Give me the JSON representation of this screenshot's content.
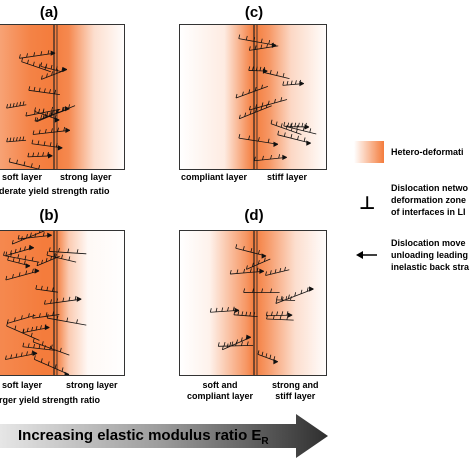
{
  "panels": [
    {
      "label": "(a)",
      "left_caption": "soft layer",
      "right_caption": "strong layer",
      "bottom_caption": "derate yield strength ratio"
    },
    {
      "label": "(c)",
      "left_caption": "compliant layer",
      "right_caption": "stiff layer",
      "bottom_caption": ""
    },
    {
      "label": "(b)",
      "left_caption": "soft layer",
      "right_caption": "strong layer",
      "bottom_caption": "rger yield strength ratio"
    },
    {
      "label": "(d)",
      "left_caption": "soft and\ncompliant layer",
      "right_caption": "strong and\nstiff layer",
      "bottom_caption": ""
    }
  ],
  "legend": {
    "hetero": "Hetero-deformati",
    "network_line1": "Dislocation netwo",
    "network_line2": "deformation zone",
    "network_line3": "of interfaces in LI",
    "moves_line1": "Dislocation move",
    "moves_line2": "unloading leading",
    "moves_line3": "inelastic back stra"
  },
  "bottom_arrow": {
    "text": "Increasing elastic modulus ratio E",
    "subscript": "R"
  },
  "colors": {
    "gradient": "#f47c3c",
    "gradient_dark": "#e8551a",
    "arrow_dark": "#3a3a3a",
    "arrow_light": "#d9d9d9"
  }
}
